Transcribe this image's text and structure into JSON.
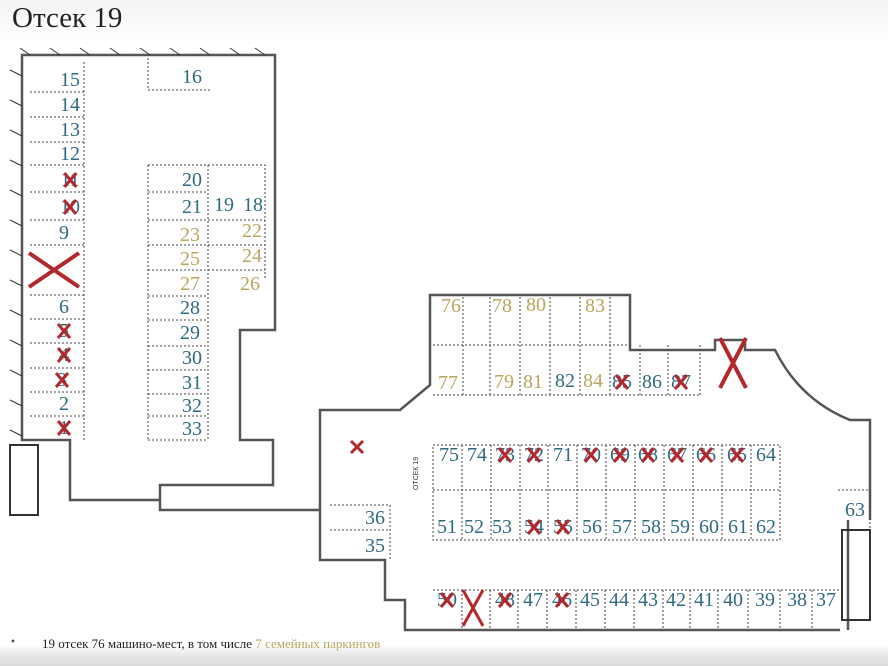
{
  "title": "Отсек 19",
  "section_label": "ОТСЕК 19",
  "colors": {
    "free": "#2f6b80",
    "family": "#b8a75e",
    "taken": "#b3282d"
  },
  "spots": [
    {
      "n": "15",
      "status": "free"
    },
    {
      "n": "14",
      "status": "free"
    },
    {
      "n": "13",
      "status": "free"
    },
    {
      "n": "12",
      "status": "free"
    },
    {
      "n": "11",
      "status": "taken"
    },
    {
      "n": "10",
      "status": "taken"
    },
    {
      "n": "9",
      "status": "free"
    },
    {
      "n": "6",
      "status": "free"
    },
    {
      "n": "5",
      "status": "taken"
    },
    {
      "n": "4",
      "status": "taken"
    },
    {
      "n": "3",
      "status": "taken"
    },
    {
      "n": "2",
      "status": "free"
    },
    {
      "n": "1",
      "status": "taken"
    },
    {
      "n": "16",
      "status": "free"
    },
    {
      "n": "20",
      "status": "free"
    },
    {
      "n": "21",
      "status": "free"
    },
    {
      "n": "19",
      "status": "free"
    },
    {
      "n": "18",
      "status": "free"
    },
    {
      "n": "23",
      "status": "free",
      "family": true
    },
    {
      "n": "22",
      "status": "free",
      "family": true
    },
    {
      "n": "25",
      "status": "free",
      "family": true
    },
    {
      "n": "24",
      "status": "free",
      "family": true
    },
    {
      "n": "27",
      "status": "free",
      "family": true
    },
    {
      "n": "26",
      "status": "free",
      "family": true
    },
    {
      "n": "28",
      "status": "free"
    },
    {
      "n": "29",
      "status": "free"
    },
    {
      "n": "30",
      "status": "free"
    },
    {
      "n": "31",
      "status": "free"
    },
    {
      "n": "32",
      "status": "free"
    },
    {
      "n": "33",
      "status": "free"
    },
    {
      "n": "76",
      "status": "free",
      "family": true
    },
    {
      "n": "78",
      "status": "free",
      "family": true
    },
    {
      "n": "80",
      "status": "free",
      "family": true
    },
    {
      "n": "83",
      "status": "free",
      "family": true
    },
    {
      "n": "77",
      "status": "free",
      "family": true
    },
    {
      "n": "79",
      "status": "free",
      "family": true
    },
    {
      "n": "81",
      "status": "free",
      "family": true
    },
    {
      "n": "82",
      "status": "free"
    },
    {
      "n": "84",
      "status": "free",
      "family": true
    },
    {
      "n": "85",
      "status": "taken"
    },
    {
      "n": "86",
      "status": "free"
    },
    {
      "n": "87",
      "status": "taken"
    },
    {
      "n": "75",
      "status": "free"
    },
    {
      "n": "74",
      "status": "free"
    },
    {
      "n": "73",
      "status": "taken"
    },
    {
      "n": "72",
      "status": "taken"
    },
    {
      "n": "71",
      "status": "free"
    },
    {
      "n": "70",
      "status": "taken"
    },
    {
      "n": "69",
      "status": "taken"
    },
    {
      "n": "68",
      "status": "taken"
    },
    {
      "n": "67",
      "status": "taken"
    },
    {
      "n": "66",
      "status": "taken"
    },
    {
      "n": "65",
      "status": "taken"
    },
    {
      "n": "64",
      "status": "free"
    },
    {
      "n": "51",
      "status": "free"
    },
    {
      "n": "52",
      "status": "free"
    },
    {
      "n": "53",
      "status": "free"
    },
    {
      "n": "54",
      "status": "taken"
    },
    {
      "n": "55",
      "status": "taken"
    },
    {
      "n": "56",
      "status": "free"
    },
    {
      "n": "57",
      "status": "free"
    },
    {
      "n": "58",
      "status": "free"
    },
    {
      "n": "59",
      "status": "free"
    },
    {
      "n": "60",
      "status": "free"
    },
    {
      "n": "61",
      "status": "free"
    },
    {
      "n": "62",
      "status": "free"
    },
    {
      "n": "63",
      "status": "free"
    },
    {
      "n": "36",
      "status": "free"
    },
    {
      "n": "35",
      "status": "free"
    },
    {
      "n": "50",
      "status": "taken"
    },
    {
      "n": "48",
      "status": "taken"
    },
    {
      "n": "47",
      "status": "free"
    },
    {
      "n": "46",
      "status": "taken"
    },
    {
      "n": "45",
      "status": "free"
    },
    {
      "n": "44",
      "status": "free"
    },
    {
      "n": "43",
      "status": "free"
    },
    {
      "n": "42",
      "status": "free"
    },
    {
      "n": "41",
      "status": "free"
    },
    {
      "n": "40",
      "status": "free"
    },
    {
      "n": "39",
      "status": "free"
    },
    {
      "n": "38",
      "status": "free"
    },
    {
      "n": "37",
      "status": "free"
    }
  ],
  "footer": {
    "bullet": "•",
    "text": "19 отсек 76 машино-мест, в том числе ",
    "family_text": "7 семейных паркингов"
  }
}
